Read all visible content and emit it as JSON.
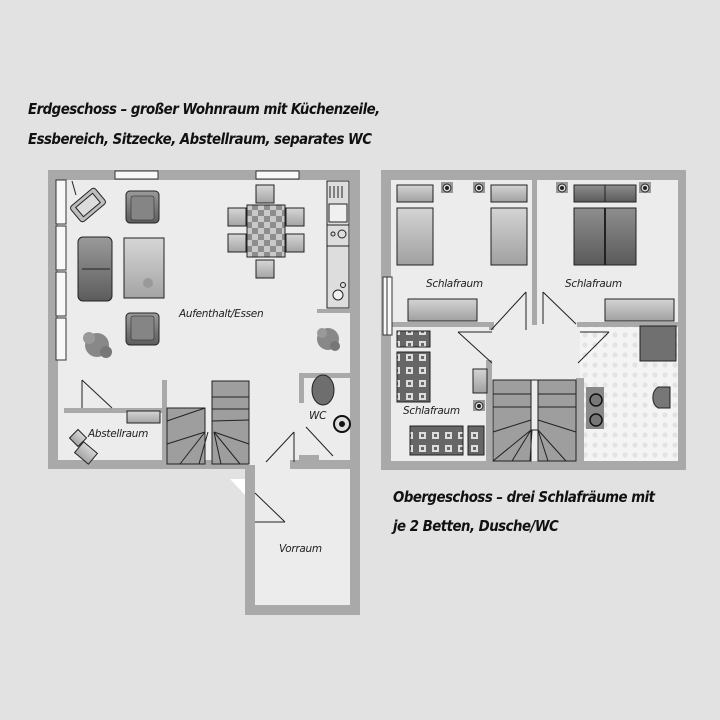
{
  "captions": {
    "ground_floor": {
      "line1": "Erdgeschoss – großer Wohnraum mit Küchenzeile,",
      "line2": "Essbereich, Sitzecke, Abstellraum, separates WC"
    },
    "upper_floor": {
      "line1": "Obergeschoss – drei Schlafräume mit",
      "line2": "je 2 Betten, Dusche/WC"
    }
  },
  "ground_floor": {
    "rooms": {
      "living": "Aufenthalt/Essen",
      "storage": "Abstellraum",
      "wc": "WC",
      "entry": "Vorraum"
    }
  },
  "upper_floor": {
    "rooms": {
      "bedroom1": "Schlafraum",
      "bedroom2": "Schlafraum",
      "bedroom3": "Schlafraum"
    }
  },
  "colors": {
    "background": "#e2e2e2",
    "wall": "#a9a9a9",
    "floor": "#ececec",
    "furniture_dark": "#6e6e6e",
    "furniture_light": "#b5b5b5"
  }
}
